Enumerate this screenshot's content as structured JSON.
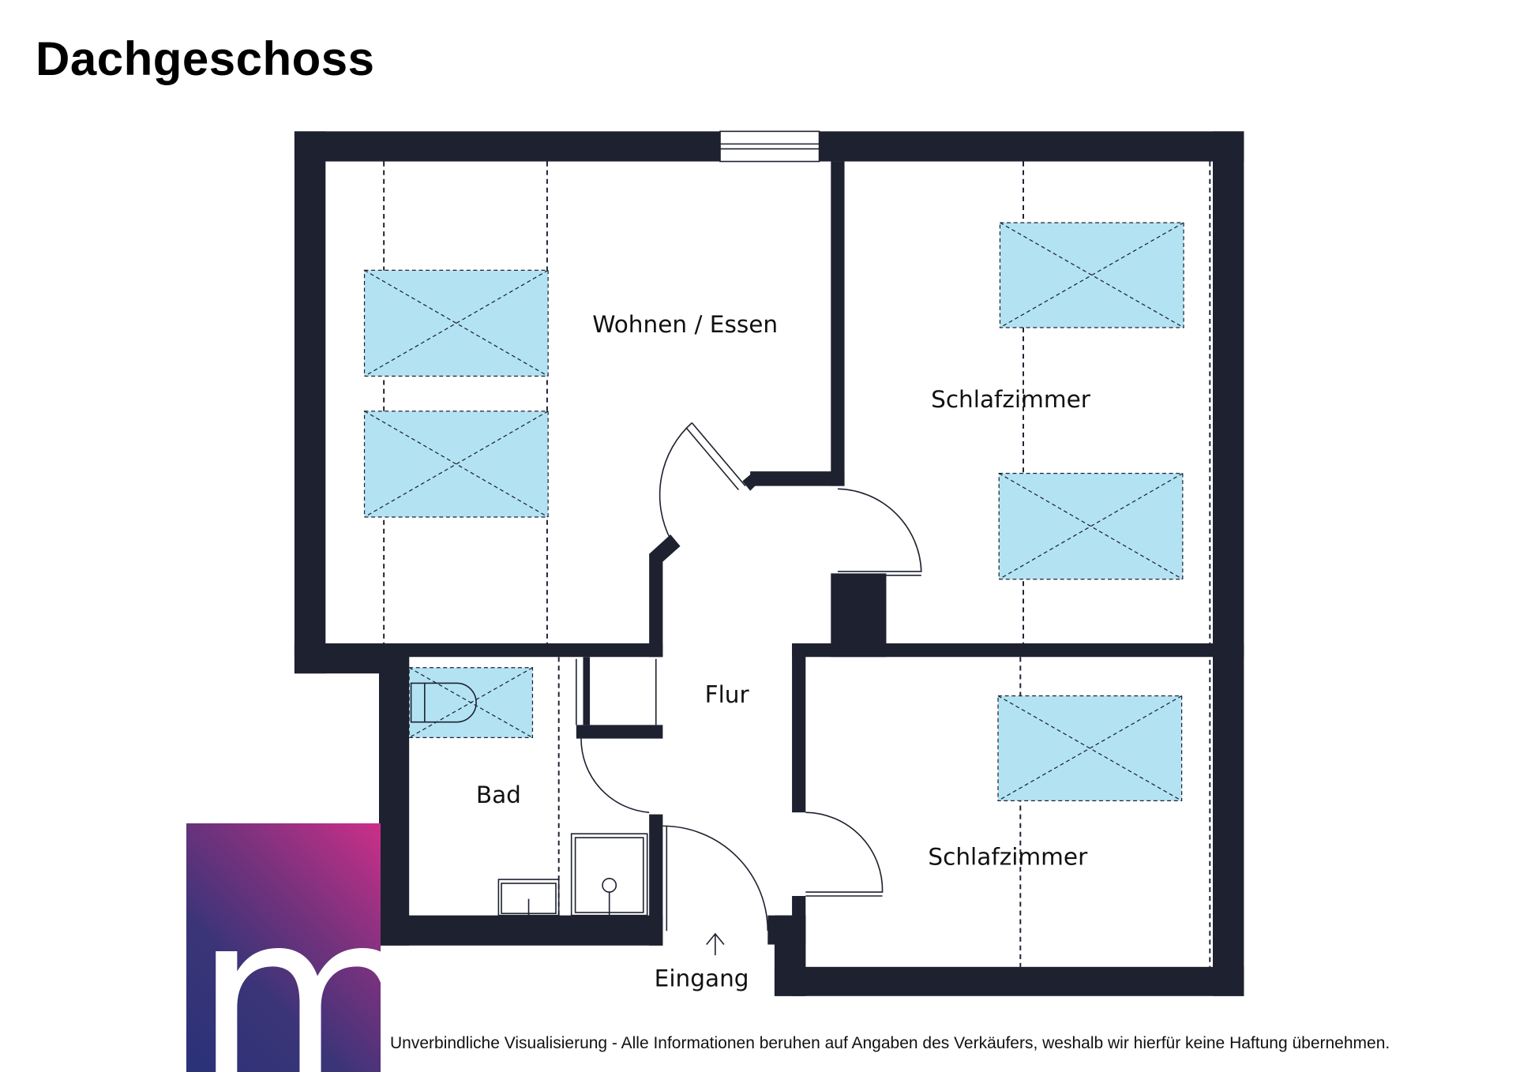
{
  "title": "Dachgeschoss",
  "rooms": {
    "living": "Wohnen / Essen",
    "bedroom1": "Schlafzimmer",
    "hall": "Flur",
    "bedroom2": "Schlafzimmer",
    "bath": "Bad",
    "entrance": "Eingang"
  },
  "disclaimer": "Unverbindliche Visualisierung - Alle Informationen beruhen auf Angaben des Verkäufers, weshalb wir hierfür keine Haftung übernehmen.",
  "logo": {
    "letter": "m"
  },
  "colors": {
    "wall": "#1e2130",
    "skylight": "#b3e3f2",
    "logo_top": "#cc2f88",
    "logo_bottom": "#2a3278"
  }
}
